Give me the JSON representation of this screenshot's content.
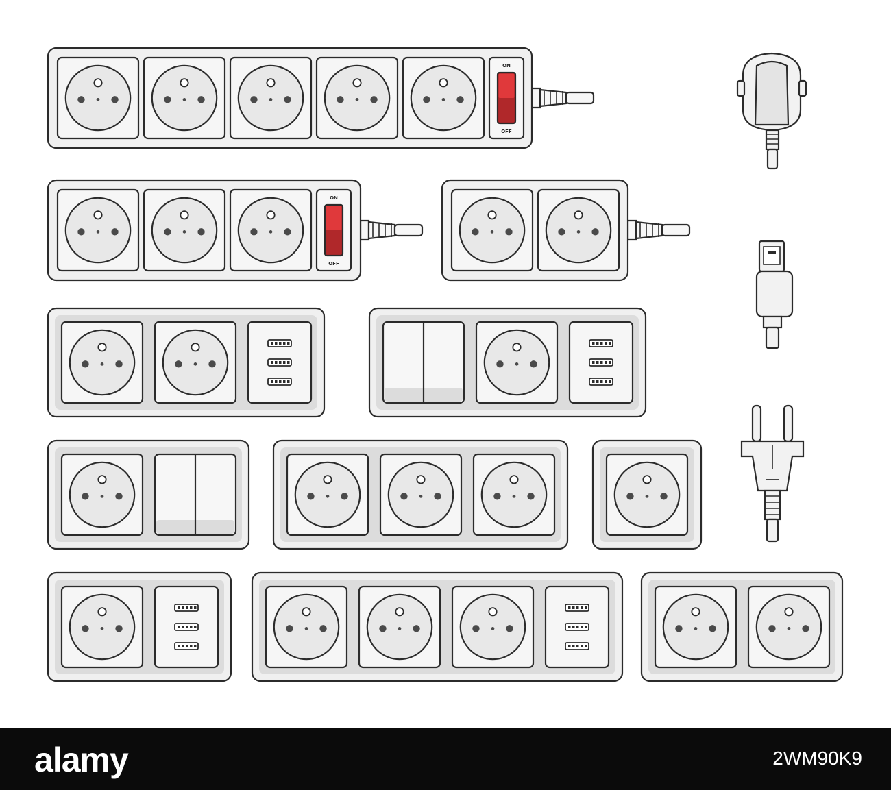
{
  "switch_labels": {
    "on": "ON",
    "off": "OFF"
  },
  "footer": {
    "brand": "alamy",
    "image_code": "2WM90K9"
  },
  "colors": {
    "background": "#ffffff",
    "outline": "#2b2b2b",
    "frame": "#f0f0f0",
    "frame_inner": "#dcdcdc",
    "socket_face": "#f6f6f6",
    "socket_disc": "#e8e8e8",
    "pin": "#4a4a4a",
    "switch_red": "#e0393b",
    "switch_red_dark": "#b0282a",
    "footer_bg": "#0b0b0b",
    "footer_text": "#ffffff"
  },
  "items": [
    {
      "name": "power-strip-five-sockets-with-switch",
      "kind": "strip",
      "modules": [
        "socket",
        "socket",
        "socket",
        "socket",
        "socket"
      ],
      "switch": true,
      "cord": true
    },
    {
      "name": "power-strip-three-sockets-with-switch",
      "kind": "strip",
      "modules": [
        "socket",
        "socket",
        "socket"
      ],
      "switch": true,
      "cord": true
    },
    {
      "name": "power-strip-two-sockets",
      "kind": "strip",
      "modules": [
        "socket",
        "socket"
      ],
      "switch": false,
      "cord": true
    },
    {
      "name": "wall-panel-two-sockets-usb",
      "kind": "panel",
      "modules": [
        "socket",
        "socket",
        "usb"
      ]
    },
    {
      "name": "wall-panel-switch-socket-usb",
      "kind": "panel",
      "modules": [
        "switch",
        "socket",
        "usb"
      ]
    },
    {
      "name": "wall-panel-socket-switch",
      "kind": "panel",
      "modules": [
        "socket",
        "switch"
      ]
    },
    {
      "name": "wall-panel-three-sockets",
      "kind": "panel",
      "modules": [
        "socket",
        "socket",
        "socket"
      ]
    },
    {
      "name": "wall-panel-single-socket",
      "kind": "panel",
      "modules": [
        "socket"
      ]
    },
    {
      "name": "wall-panel-socket-usb",
      "kind": "panel",
      "modules": [
        "socket",
        "usb"
      ]
    },
    {
      "name": "wall-panel-three-sockets-usb",
      "kind": "panel",
      "modules": [
        "socket",
        "socket",
        "socket",
        "usb"
      ]
    },
    {
      "name": "wall-panel-two-sockets",
      "kind": "panel",
      "modules": [
        "socket",
        "socket"
      ]
    }
  ],
  "plugs": [
    {
      "name": "round-plug-back-icon",
      "kind": "round-plug"
    },
    {
      "name": "usb-plug-icon",
      "kind": "usb-plug"
    },
    {
      "name": "two-pin-plug-icon",
      "kind": "pin-plug"
    }
  ]
}
